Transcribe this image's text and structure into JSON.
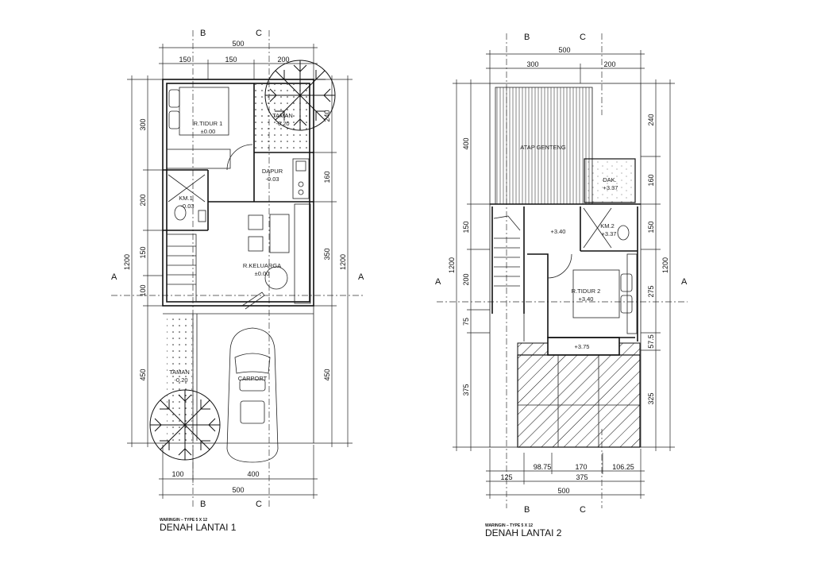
{
  "plan1": {
    "subtitle": "WARINGIN – TYPE 5 X 12",
    "title": "DENAH LANTAI 1",
    "section_marks": {
      "a": "A",
      "b": "B",
      "c": "C"
    },
    "rooms": {
      "tidur1": {
        "name": "R.TIDUR 1",
        "level": "±0.00"
      },
      "taman_top": {
        "name": "TAMAN",
        "level": "-0.20"
      },
      "dapur": {
        "name": "DAPUR",
        "level": "-0.03"
      },
      "km1": {
        "name": "KM.1",
        "level": "-0.03"
      },
      "keluarga": {
        "name": "R.KELUARGA",
        "level": "±0.00"
      },
      "taman_bottom": {
        "name": "TAMAN",
        "level": "-0.20"
      },
      "carport": {
        "name": "CARPORT"
      }
    },
    "dims": {
      "top_total": "500",
      "top": [
        "150",
        "150",
        "200"
      ],
      "bottom": [
        "100",
        "400"
      ],
      "bottom_total": "500",
      "left_total": "1200",
      "left": [
        "300",
        "200",
        "150",
        "100",
        "450"
      ],
      "right_total": "1200",
      "right": [
        "240",
        "160",
        "350",
        "450"
      ]
    }
  },
  "plan2": {
    "subtitle": "WARINGIN – TYPE 5 X 12",
    "title": "DENAH LANTAI 2",
    "section_marks": {
      "a": "A",
      "b": "B",
      "c": "C"
    },
    "rooms": {
      "atap": {
        "name": "ATAP GENTENG"
      },
      "dak": {
        "name": "DAK.",
        "level": "+3.37"
      },
      "hall": {
        "level": "+3.40"
      },
      "km2": {
        "name": "KM.2",
        "level": "+3.37"
      },
      "tidur2": {
        "name": "R.TIDUR 2",
        "level": "+3.40"
      },
      "balkon": {
        "level": "+3.75"
      }
    },
    "dims": {
      "top_total": "500",
      "top": [
        "300",
        "200"
      ],
      "bottom_row1": [
        "98.75",
        "170",
        "106.25"
      ],
      "bottom_row2": [
        "125",
        "375"
      ],
      "bottom_total": "500",
      "left_total": "1200",
      "left": [
        "400",
        "150",
        "200",
        "75",
        "375"
      ],
      "right_total": "1200",
      "right": [
        "240",
        "160",
        "150",
        "275",
        "57.5",
        "325"
      ]
    }
  }
}
